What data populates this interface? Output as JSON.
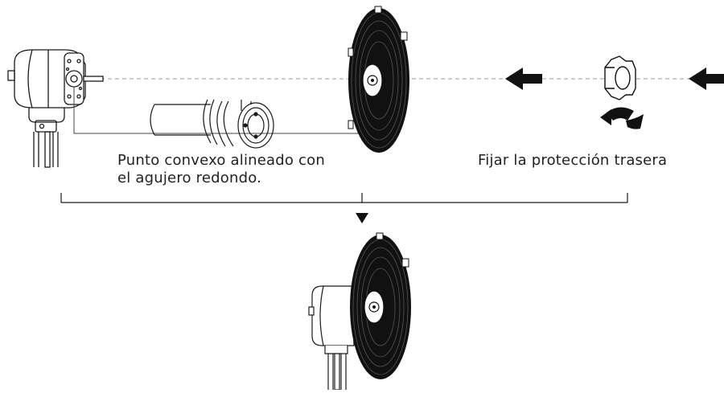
{
  "captions": {
    "convex_point_line1": "Punto convexo alineado con",
    "convex_point_line2": "el agujero redondo.",
    "fix_rear_guard": "Fijar la protección trasera"
  },
  "icons": {
    "motor": "fan-motor-housing-icon",
    "rear_guard": "fan-rear-guard-icon",
    "nut": "guard-nut-icon",
    "arrow": "arrow-left-icon",
    "rotate": "rotate-clockwise-icon",
    "down": "triangle-down-icon",
    "assembled": "assembled-fan-icon"
  },
  "colors": {
    "stroke": "#1a1a1a",
    "dashed": "#999999",
    "guard_ring": "#111111"
  }
}
